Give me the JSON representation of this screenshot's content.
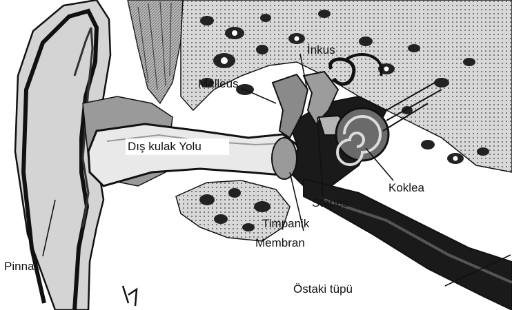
{
  "labels": {
    "inkus": "İnkus",
    "malleus": "Malleus",
    "dis_kulak_yolu": "Dış kulak Yolu",
    "stapes": "Stapes",
    "koklea": "Koklea",
    "timpanik_line1": "Timpanik",
    "timpanik_line2": "Membran",
    "pinna": "Pinna",
    "ostaki_tupu": "Östaki tüpü"
  },
  "colors": {
    "ink": "#111111",
    "dark_fill": "#1a1a1a",
    "mid_fill": "#7a7a7a",
    "light_fill": "#cfcfcf",
    "paper": "#ffffff"
  },
  "icons": [
    "ear-pinna-shape",
    "ear-canal-shape",
    "cochlea-spiral",
    "ossicle-chain",
    "eustachian-tube"
  ]
}
